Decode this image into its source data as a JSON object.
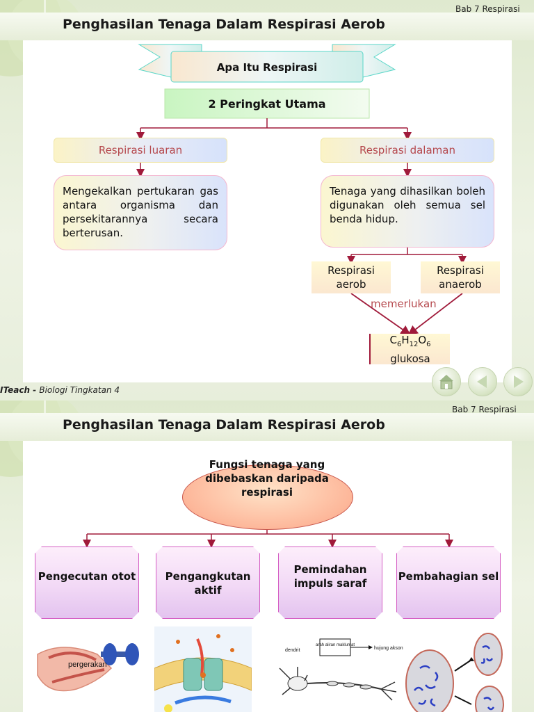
{
  "slide1": {
    "chapter": "Bab 7 Respirasi",
    "title": "Penghasilan Tenaga  Dalam Respirasi Aerob",
    "banner": "Apa Itu Respirasi",
    "stages_title": "2 Peringkat Utama",
    "left": {
      "label": "Respirasi luaran",
      "text": "Mengekalkan pertukaran gas antara organisma dan persekitarannya secara berterusan."
    },
    "right": {
      "label": "Respirasi dalaman",
      "text": "Tenaga yang dihasilkan boleh digunakan oleh semua sel benda hidup.",
      "aerob_line1": "Respirasi",
      "aerob_line2": "aerob",
      "anaerob_line1": "Respirasi",
      "anaerob_line2": "anaerob",
      "requires": "memerlukan",
      "glucose_C": "C",
      "glucose_6a": "6",
      "glucose_H": "H",
      "glucose_12": "12",
      "glucose_O": "O",
      "glucose_6b": "6",
      "glucose_name": "glukosa"
    },
    "footer_brand": "ITeach - ",
    "footer_subject": "Biologi Tingkatan 4",
    "nav": {
      "home_icon": "home-icon",
      "back_icon": "arrow-left-icon",
      "next_icon": "arrow-right-icon"
    }
  },
  "slide2": {
    "chapter": "Bab 7 Respirasi",
    "title": "Penghasilan Tenaga Dalam Respirasi Aerob",
    "center": "Fungsi tenaga yang dibebaskan daripada respirasi",
    "functions": [
      "Pengecutan otot",
      "Pengangkutan aktif",
      "Pemindahan impuls saraf",
      "Pembahagian sel"
    ],
    "muscle_label": "pergerakan",
    "neuron_labels": {
      "dendrite": "dendrit",
      "flow": "arah aliran maklumat",
      "axon_end": "hujung akson"
    }
  }
}
